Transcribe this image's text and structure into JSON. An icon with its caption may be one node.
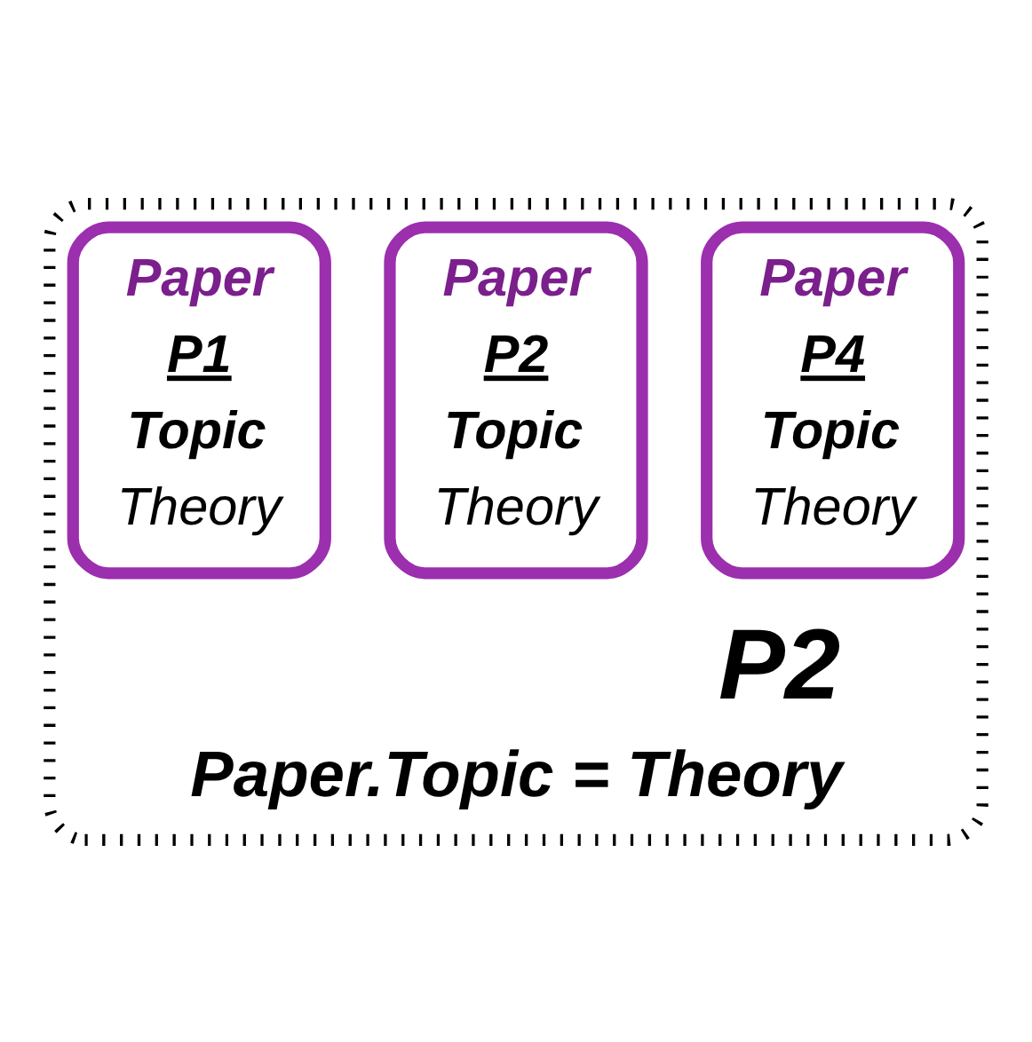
{
  "diagram": {
    "nodes": [
      {
        "text": [
          "P2",
          "Paper.Topic = Theory"
        ]
      },
      {
        "text": [
          "Paper",
          "P4",
          "Topic",
          "Theory"
        ],
        "in": 0
      },
      {
        "text": [
          "Paper",
          "P2",
          "Topic",
          "Theory"
        ],
        "in": 0
      },
      {
        "text": [
          "Paper",
          "P1",
          "Topic",
          "Theory"
        ],
        "in": 0
      }
    ],
    "edges": []
  }
}
